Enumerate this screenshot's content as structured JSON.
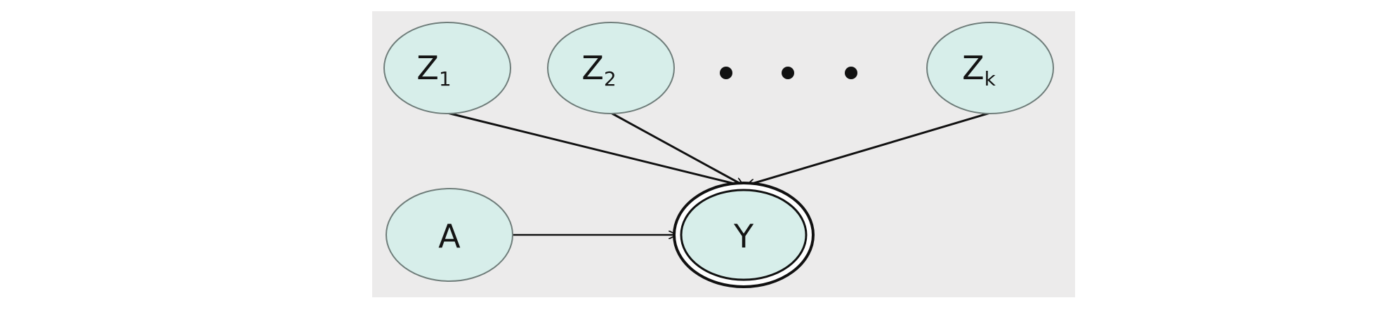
{
  "colors": {
    "page_background": "#ffffff",
    "panel_background": "#ecebeb",
    "node_fill": "#d7eeea",
    "node_stroke": "#6f7d7a",
    "edge": "#111111",
    "text": "#141414"
  },
  "nodes": {
    "z1": {
      "letter": "Z",
      "subscript": "1"
    },
    "z2": {
      "letter": "Z",
      "subscript": "2"
    },
    "zk": {
      "letter": "Z",
      "subscript": "k"
    },
    "a": {
      "label": "A"
    },
    "y": {
      "label": "Y"
    }
  },
  "edges": [
    {
      "from": "Z1",
      "to": "Y"
    },
    {
      "from": "Z2",
      "to": "Y"
    },
    {
      "from": "Zk",
      "to": "Y"
    },
    {
      "from": "A",
      "to": "Y"
    }
  ]
}
